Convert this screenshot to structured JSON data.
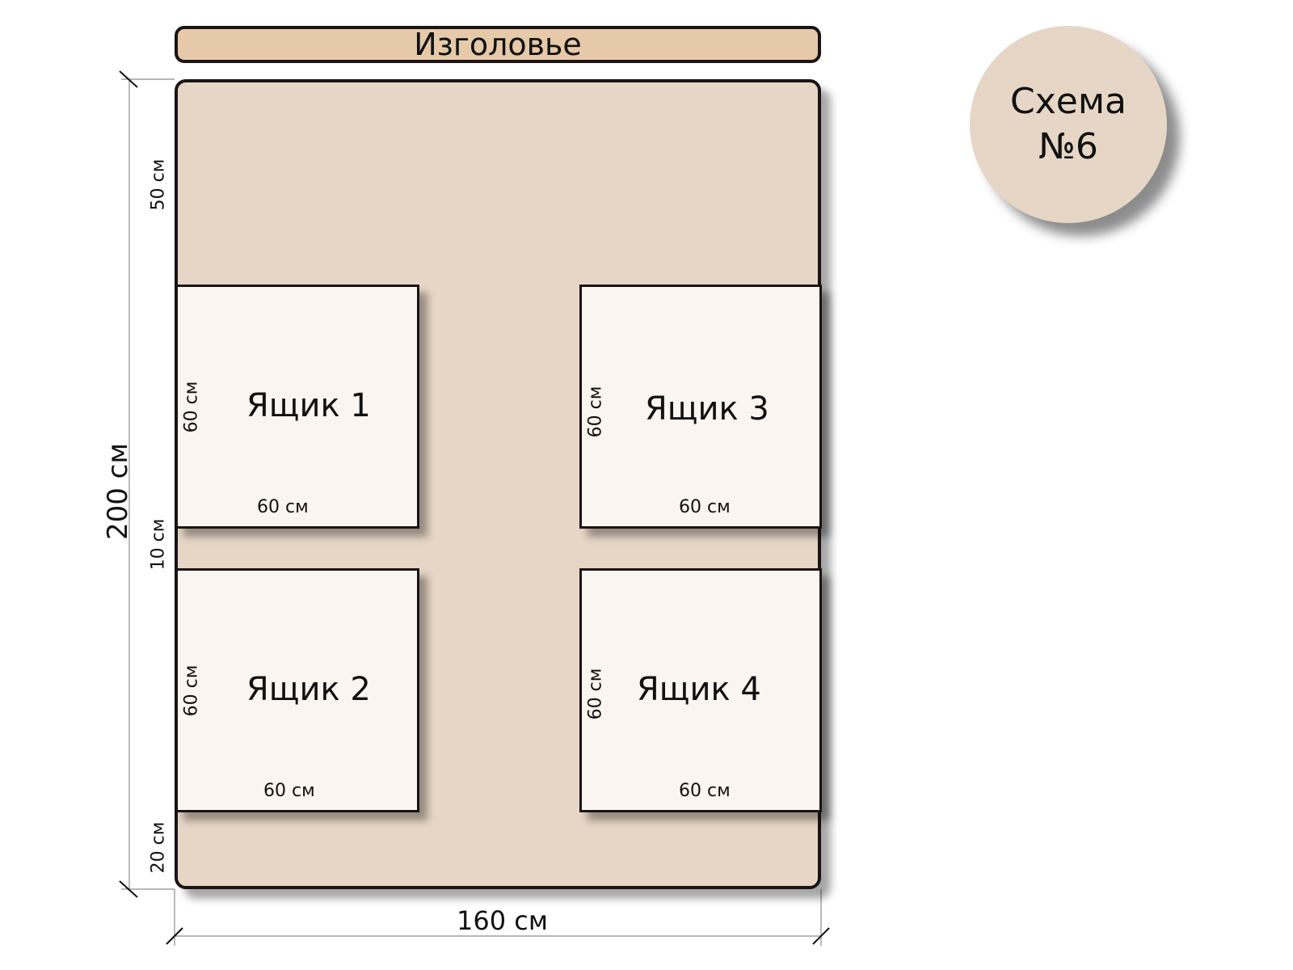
{
  "headboard": {
    "label": "Изголовье"
  },
  "badge": {
    "line1": "Схема",
    "line2": "№6"
  },
  "dimensions": {
    "total_length": "200 см",
    "total_width": "160 см",
    "head_gap": "50 см",
    "middle_gap": "10 см",
    "foot_gap": "20 см"
  },
  "drawers": [
    {
      "label": "Ящик 1",
      "width": "60 см",
      "depth": "60 см"
    },
    {
      "label": "Ящик 2",
      "width": "60 см",
      "depth": "60 см"
    },
    {
      "label": "Ящик 3",
      "width": "60 см",
      "depth": "60 см"
    },
    {
      "label": "Ящик 4",
      "width": "60 см",
      "depth": "60 см"
    }
  ],
  "colors": {
    "headboard": "#e6c9a8",
    "bed": "#e6d6c5",
    "drawer": "#fbf5f1",
    "outline": "#1a1414"
  }
}
